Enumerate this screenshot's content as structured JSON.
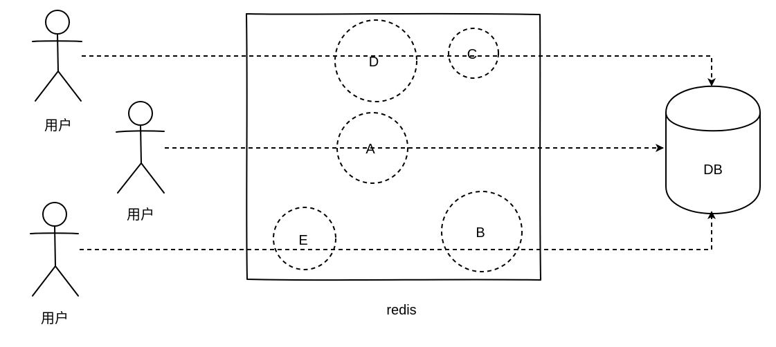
{
  "users": [
    {
      "label": "用户"
    },
    {
      "label": "用户"
    },
    {
      "label": "用户"
    }
  ],
  "cache": {
    "label": "redis",
    "keys": [
      "D",
      "C",
      "A",
      "E",
      "B"
    ]
  },
  "database": {
    "label": "DB"
  }
}
